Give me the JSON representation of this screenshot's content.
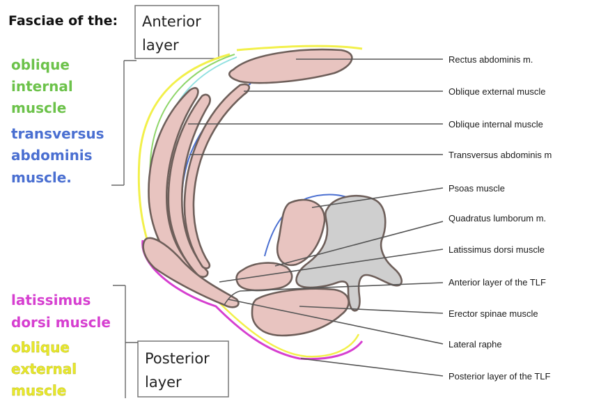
{
  "title": "Fasciae of the:",
  "anterior_box": [
    "Anterior",
    "layer"
  ],
  "posterior_box": [
    "Posterior",
    "layer"
  ],
  "anterior_groups": [
    {
      "lines": [
        "oblique",
        "internal",
        "muscle"
      ],
      "color": "#6cc24a"
    },
    {
      "lines": [
        "transversus",
        "abdominis",
        "muscle."
      ],
      "color": "#4a6fd1"
    }
  ],
  "posterior_groups": [
    {
      "lines": [
        "latissimus",
        "dorsi muscle"
      ],
      "color": "#d63fd0"
    },
    {
      "lines": [
        "oblique",
        "external",
        "muscle"
      ],
      "color": "#e8e82a"
    }
  ],
  "structure_labels": [
    "Rectus abdominis m.",
    "Oblique external muscle",
    "Oblique internal muscle",
    "Transversus abdominis m",
    "Psoas muscle",
    "Quadratus lumborum m.",
    "Latissimus dorsi muscle",
    "Anterior layer of the TLF",
    "Erector spinae muscle",
    "Lateral raphe",
    "Posterior layer of the TLF"
  ],
  "colors": {
    "muscle_fill": "#e8c4c0",
    "bone_fill": "#cfcfcf",
    "outline": "#6e5f5a",
    "fascia_yellow": "#f2f04a",
    "fascia_magenta": "#d63fd0",
    "fascia_blue": "#4a6fd1",
    "fascia_green": "#8fd66a",
    "fascia_cyan": "#8fe0e0"
  }
}
